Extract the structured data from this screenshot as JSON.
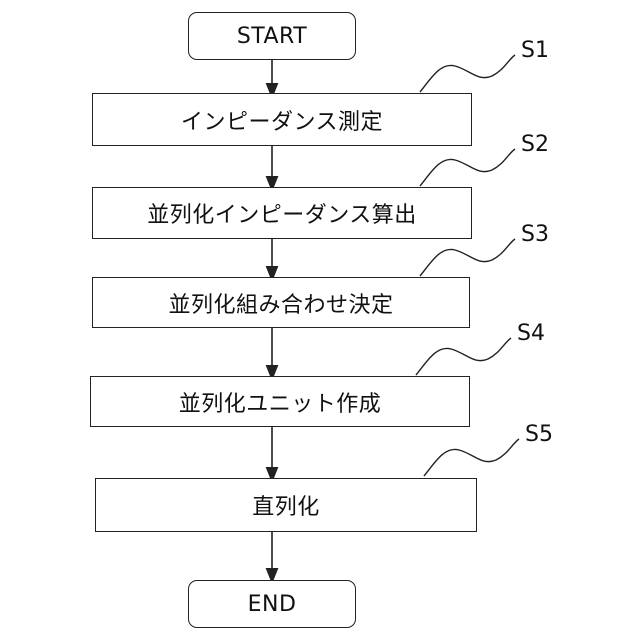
{
  "flowchart": {
    "start": "START",
    "end": "END",
    "steps": [
      {
        "id": "S1",
        "text": "インピーダンス測定"
      },
      {
        "id": "S2",
        "text": "並列化インピーダンス算出"
      },
      {
        "id": "S3",
        "text": "並列化組み合わせ決定"
      },
      {
        "id": "S4",
        "text": "並列化ユニット作成"
      },
      {
        "id": "S5",
        "text": "直列化"
      }
    ]
  },
  "colors": {
    "line": "#222222",
    "background": "#ffffff"
  }
}
